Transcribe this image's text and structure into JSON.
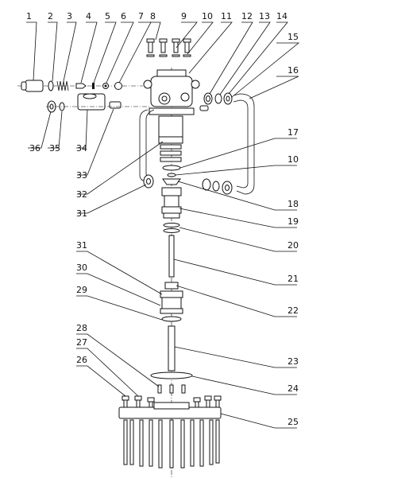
{
  "diagram": {
    "callouts": [
      {
        "id": "c1",
        "text": "1"
      },
      {
        "id": "c2",
        "text": "2"
      },
      {
        "id": "c3",
        "text": "3"
      },
      {
        "id": "c4",
        "text": "4"
      },
      {
        "id": "c5",
        "text": "5"
      },
      {
        "id": "c6",
        "text": "6"
      },
      {
        "id": "c7",
        "text": "7"
      },
      {
        "id": "c8",
        "text": "8"
      },
      {
        "id": "c9",
        "text": "9"
      },
      {
        "id": "c10",
        "text": "10"
      },
      {
        "id": "c11",
        "text": "11"
      },
      {
        "id": "c12",
        "text": "12"
      },
      {
        "id": "c13",
        "text": "13"
      },
      {
        "id": "c14",
        "text": "14"
      },
      {
        "id": "c15",
        "text": "15"
      },
      {
        "id": "c16",
        "text": "16"
      },
      {
        "id": "c17",
        "text": "17"
      },
      {
        "id": "c10b",
        "text": "10"
      },
      {
        "id": "c18",
        "text": "18"
      },
      {
        "id": "c19",
        "text": "19"
      },
      {
        "id": "c20",
        "text": "20"
      },
      {
        "id": "c21",
        "text": "21"
      },
      {
        "id": "c22",
        "text": "22"
      },
      {
        "id": "c23",
        "text": "23"
      },
      {
        "id": "c24",
        "text": "24"
      },
      {
        "id": "c25",
        "text": "25"
      },
      {
        "id": "c26",
        "text": "26"
      },
      {
        "id": "c27",
        "text": "27"
      },
      {
        "id": "c28",
        "text": "28"
      },
      {
        "id": "c29",
        "text": "29"
      },
      {
        "id": "c30",
        "text": "30"
      },
      {
        "id": "c31b",
        "text": "31"
      },
      {
        "id": "c31",
        "text": "31"
      },
      {
        "id": "c32",
        "text": "32"
      },
      {
        "id": "c33",
        "text": "33"
      },
      {
        "id": "c34",
        "text": "34"
      },
      {
        "id": "c35",
        "text": "35"
      },
      {
        "id": "c36",
        "text": "36"
      }
    ]
  }
}
